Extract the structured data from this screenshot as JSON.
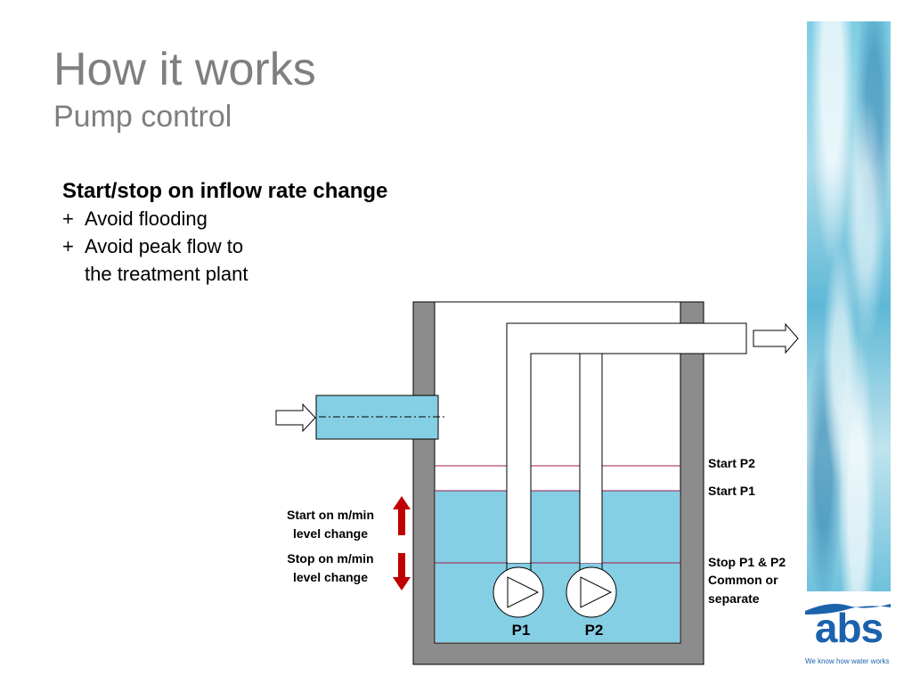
{
  "header": {
    "title": "How it works",
    "subtitle": "Pump control"
  },
  "bullets": {
    "heading": "Start/stop on inflow rate change",
    "items": [
      {
        "marker": "+",
        "text": "Avoid flooding"
      },
      {
        "marker": "+",
        "text": "Avoid peak flow to"
      },
      {
        "marker": "",
        "text": "the treatment plant"
      }
    ]
  },
  "diagram": {
    "levels": {
      "start_p2": "Start P2",
      "start_p1": "Start P1",
      "stop_line1": "Stop P1 & P2",
      "stop_line2": "Common or",
      "stop_line3": "separate"
    },
    "rate": {
      "start_line1": "Start on m/min",
      "start_line2": "level change",
      "stop_line1": "Stop on m/min",
      "stop_line2": "level change"
    },
    "pumps": [
      "P1",
      "P2"
    ],
    "colors": {
      "water": "#84cfe4",
      "wall": "#8c8c8c",
      "level_line": "#a0194e",
      "arrow_red": "#c00000"
    }
  },
  "logo": {
    "word": "abs",
    "tagline": "We know how water works"
  }
}
